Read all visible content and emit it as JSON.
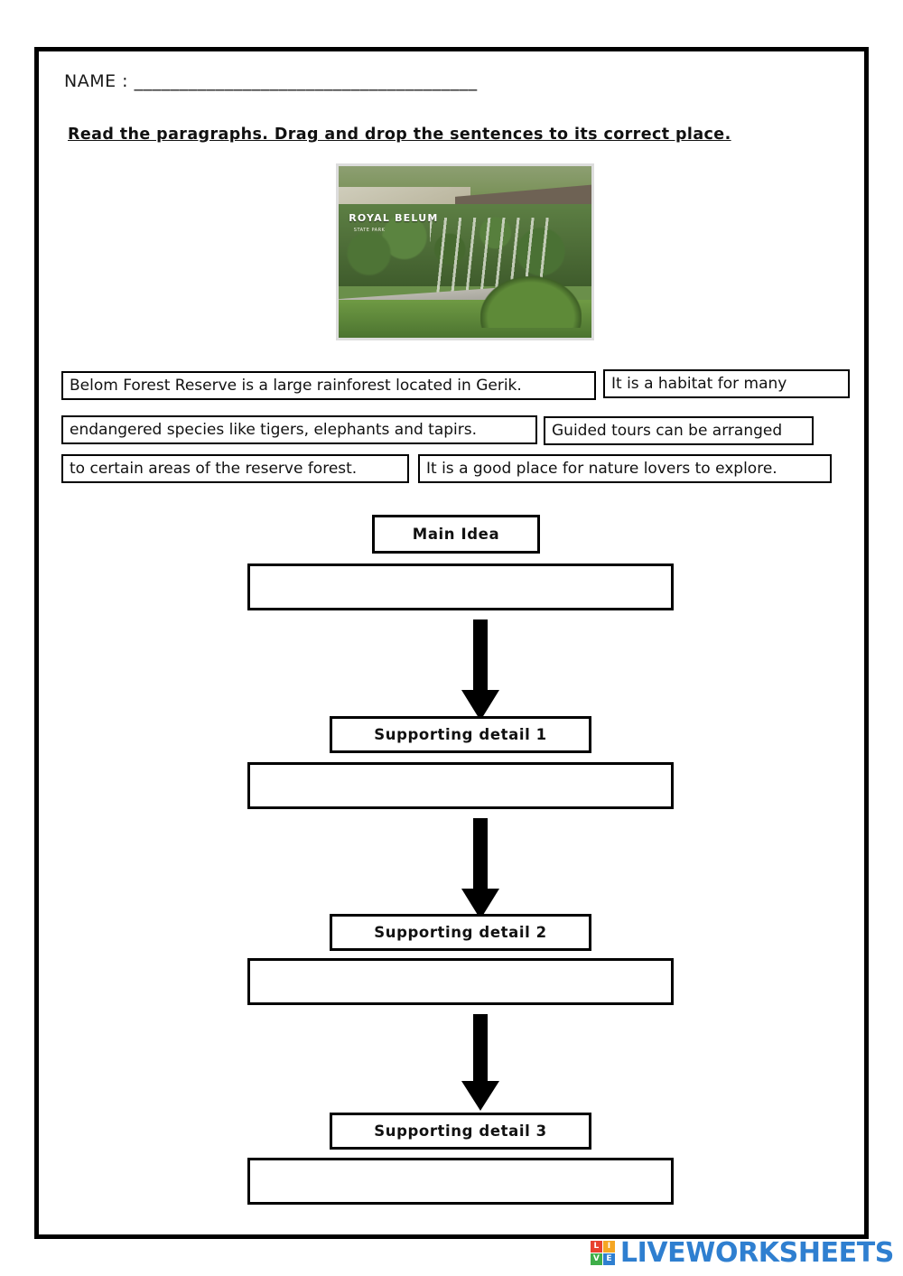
{
  "worksheet": {
    "name_label": "NAME : ______________________________________",
    "instruction": "Read the paragraphs. Drag and drop the sentences to its correct place.",
    "image": {
      "caption_text": "ROYAL BELUM",
      "caption_sub": "STATE PARK",
      "alt_name": "royal-belum-state-park-entrance-photo"
    },
    "sentence_chips": [
      {
        "text": "Belom Forest Reserve is a large rainforest located in Gerik."
      },
      {
        "text": "It is a habitat for many"
      },
      {
        "text": "endangered species like tigers, elephants and tapirs."
      },
      {
        "text": "Guided tours can be arranged"
      },
      {
        "text": "to certain areas of the reserve forest."
      },
      {
        "text": "It is a good place for nature lovers to explore."
      }
    ],
    "flow": {
      "nodes": [
        {
          "label": "Main Idea",
          "answer": ""
        },
        {
          "label": "Supporting detail 1",
          "answer": ""
        },
        {
          "label": "Supporting detail 2",
          "answer": ""
        },
        {
          "label": "Supporting detail 3",
          "answer": ""
        }
      ]
    },
    "footer": {
      "badge_letters": [
        "L",
        "I",
        "V",
        "E"
      ],
      "brand": "LIVEWORKSHEETS",
      "brand_color": "#2f7fd0"
    }
  }
}
